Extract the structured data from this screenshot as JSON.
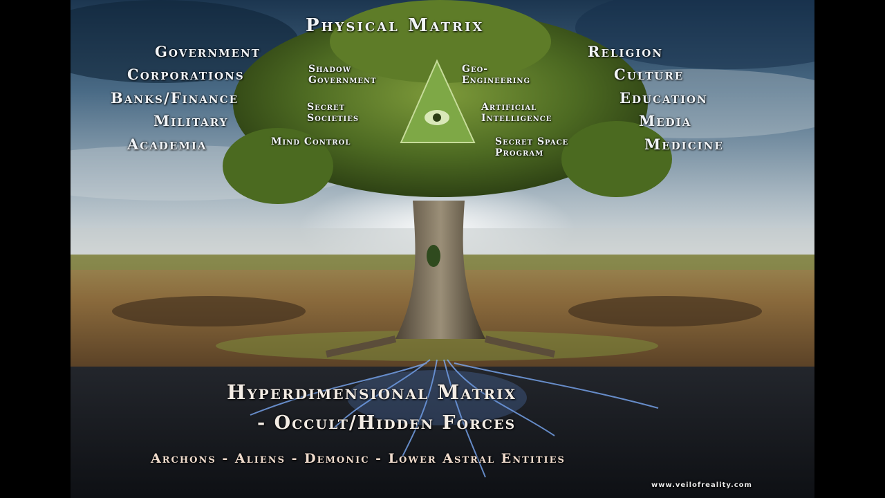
{
  "title": "Physical Matrix",
  "left_labels": [
    "Government",
    "Corporations",
    "Banks/Finance",
    "Military",
    "Academia"
  ],
  "right_labels": [
    "Religion",
    "Culture",
    "Education",
    "Media",
    "Medicine"
  ],
  "inner_labels": {
    "shadow_government": "Shadow\nGovernment",
    "secret_societies": "Secret\nSocieties",
    "mind_control": "Mind Control",
    "geo_engineering": "Geo-\nEngineering",
    "artificial_intelligence": "Artificial\nIntelligence",
    "secret_space_program": "Secret Space\nProgram"
  },
  "lower_title": "Hyperdimensional Matrix",
  "lower_subtitle": "- Occult/Hidden Forces",
  "lower_entities": "Archons - Aliens - Demonic - Lower Astral Entities",
  "watermark": "www.veilofreality.com",
  "colors": {
    "sky_top": "#1f3b57",
    "sky_horizon": "#d9dde0",
    "foliage": "#4f6e22",
    "ground": "#8a6a3a",
    "underground": "#1a1c22",
    "roots_glow": "#6fa3ff"
  }
}
